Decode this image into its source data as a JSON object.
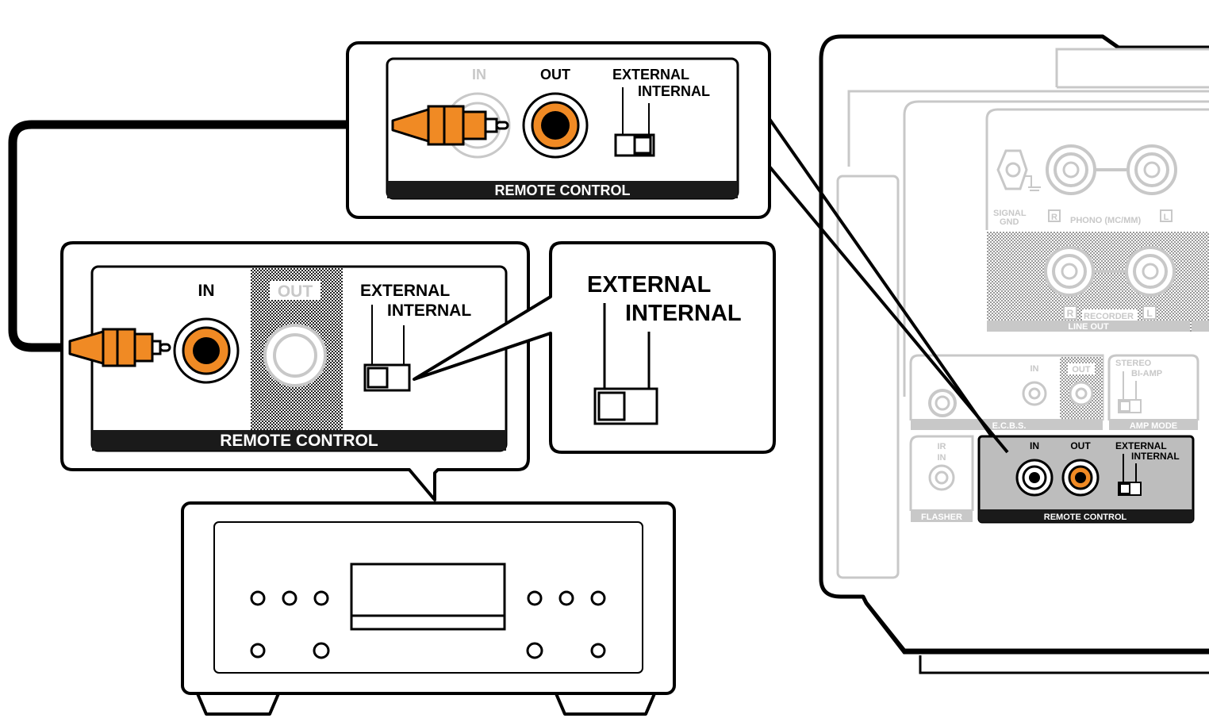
{
  "colors": {
    "plug_orange": "#F08A24",
    "outline": "#000000",
    "faded": "#C8C8C8",
    "panel_dark": "#1A1A1A",
    "highlight_gray": "#BDBDBD"
  },
  "top_panel": {
    "in_label": "IN",
    "out_label": "OUT",
    "external_label": "EXTERNAL",
    "internal_label": "INTERNAL",
    "bar_label": "REMOTE CONTROL"
  },
  "middle_panel": {
    "in_label": "IN",
    "out_label": "OUT",
    "external_label": "EXTERNAL",
    "internal_label": "INTERNAL",
    "bar_label": "REMOTE CONTROL"
  },
  "zoom_callout": {
    "external_label": "EXTERNAL",
    "internal_label": "INTERNAL"
  },
  "rear_panel": {
    "signal_gnd": [
      "SIGNAL",
      "GND"
    ],
    "phono_label": "PHONO (MC/MM)",
    "r_mark": "R",
    "l_mark": "L",
    "recorder_label": "RECORDER",
    "line_out_label": "LINE OUT",
    "ecbs_label": "E.C.B.S.",
    "ecbs_in": "IN",
    "ecbs_out": "OUT",
    "stereo_label": "STEREO",
    "biamp_label": "BI-AMP",
    "amp_mode_label": "AMP MODE",
    "ir_in": [
      "IR",
      "IN"
    ],
    "flasher_label": "FLASHER",
    "rc_in": "IN",
    "rc_out": "OUT",
    "rc_external": "EXTERNAL",
    "rc_internal": "INTERNAL",
    "rc_bar": "REMOTE CONTROL"
  }
}
